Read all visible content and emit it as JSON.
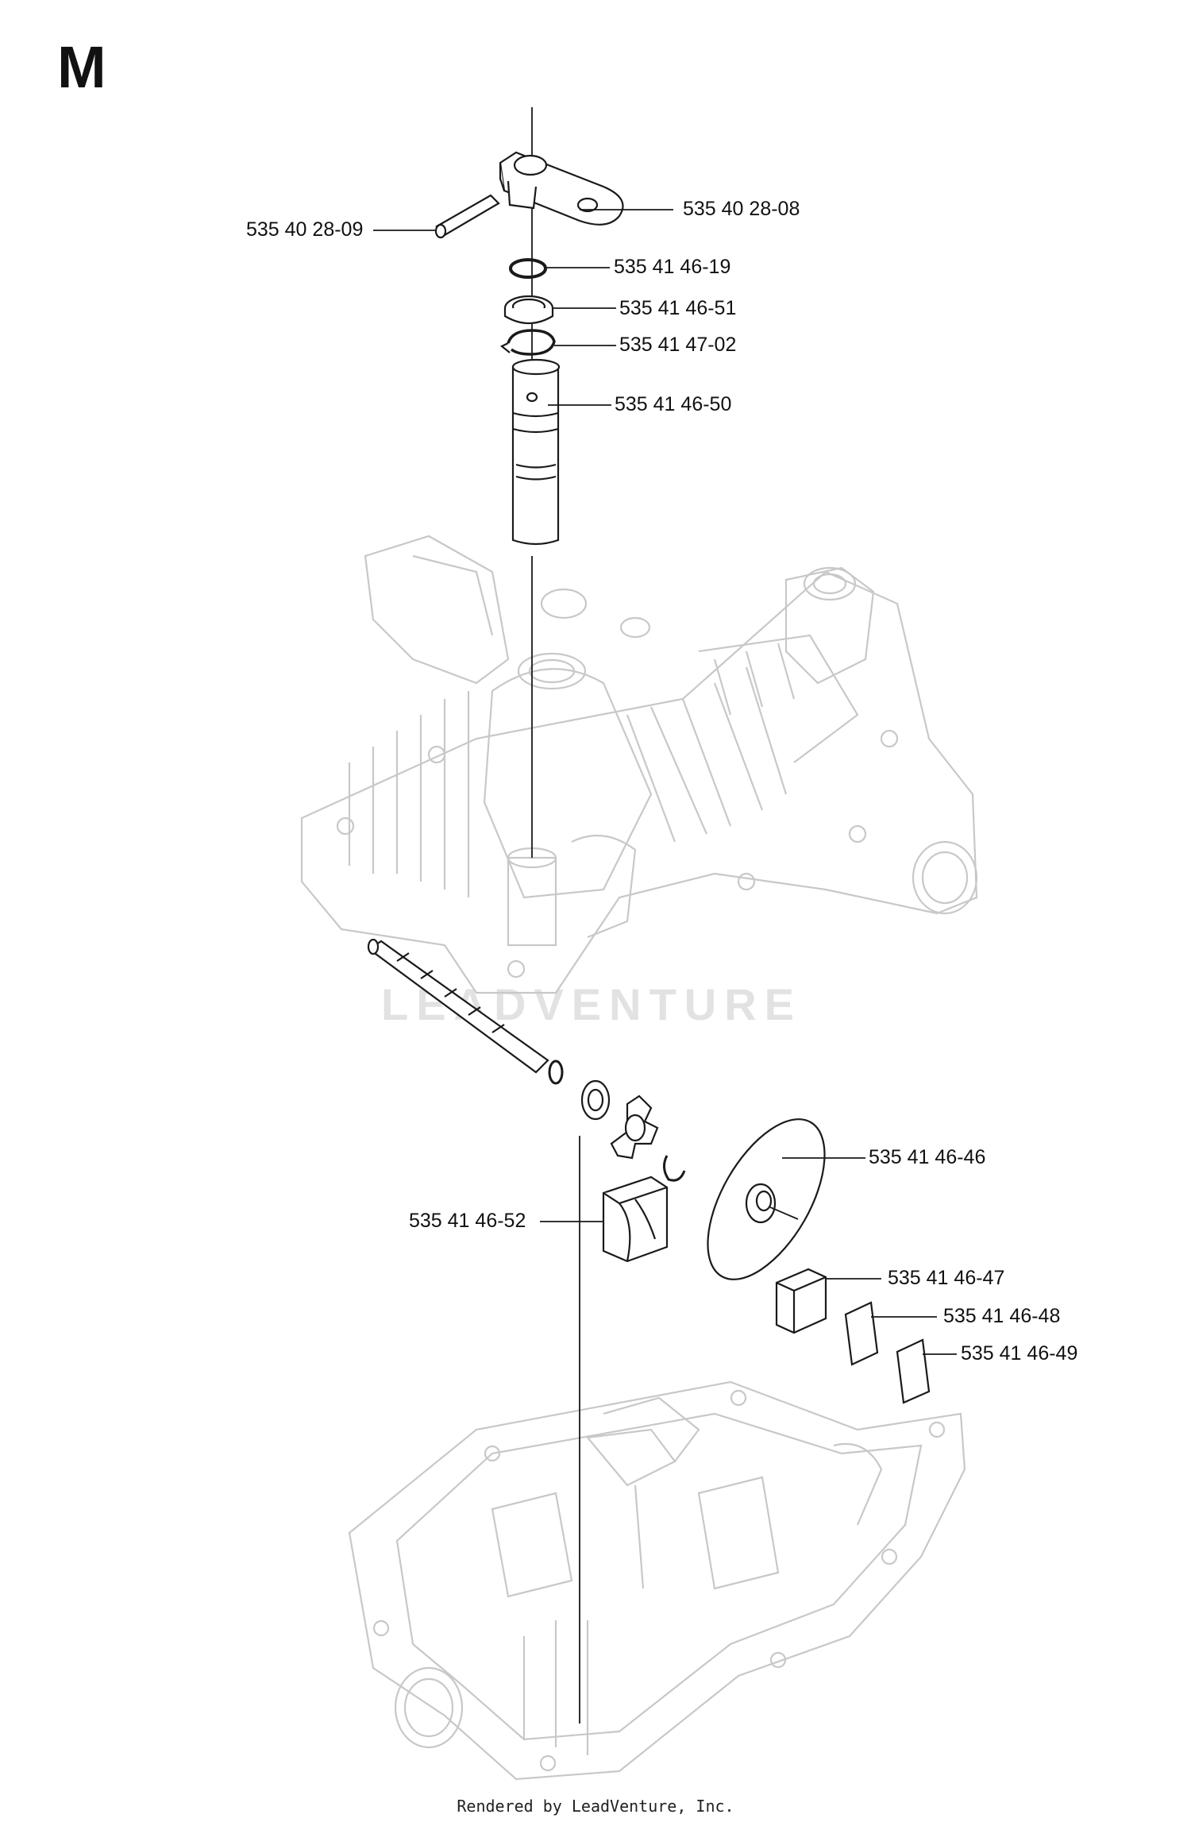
{
  "diagram": {
    "section_letter": "M",
    "watermark": "LEADVENTURE",
    "footer": "Rendered by LeadVenture, Inc.",
    "parts": [
      {
        "id": "shift-arm",
        "number": "535 40 28-08"
      },
      {
        "id": "pin",
        "number": "535 40 28-09"
      },
      {
        "id": "o-ring",
        "number": "535 41 46-19"
      },
      {
        "id": "seal",
        "number": "535 41 46-51"
      },
      {
        "id": "retaining-ring",
        "number": "535 41 47-02"
      },
      {
        "id": "shaft",
        "number": "535 41 46-50"
      },
      {
        "id": "brake-disc",
        "number": "535 41 46-46"
      },
      {
        "id": "brake-block",
        "number": "535 41 46-52"
      },
      {
        "id": "brake-puck",
        "number": "535 41 46-47"
      },
      {
        "id": "shim-plate",
        "number": "535 41 46-48"
      },
      {
        "id": "shim",
        "number": "535 41 46-49"
      }
    ]
  }
}
